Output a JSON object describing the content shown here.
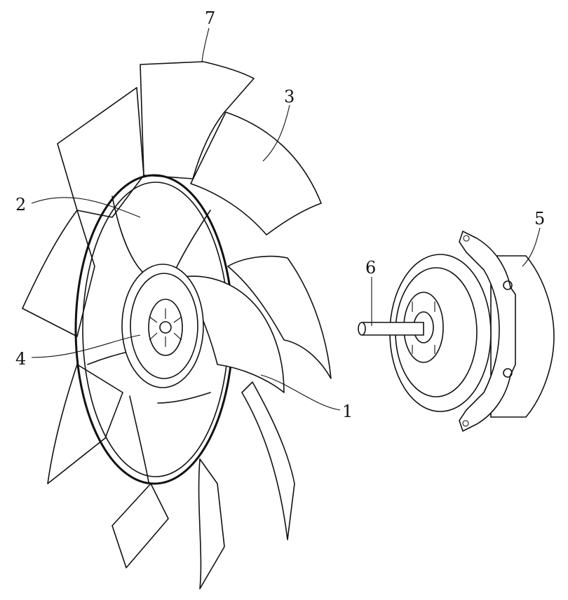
{
  "callouts": [
    {
      "id": "1",
      "text": "1"
    },
    {
      "id": "2",
      "text": "2"
    },
    {
      "id": "3",
      "text": "3"
    },
    {
      "id": "4",
      "text": "4"
    },
    {
      "id": "5",
      "text": "5"
    },
    {
      "id": "6",
      "text": "6"
    },
    {
      "id": "7",
      "text": "7"
    }
  ],
  "colors": {
    "ink": "#111111",
    "paper": "#ffffff"
  }
}
